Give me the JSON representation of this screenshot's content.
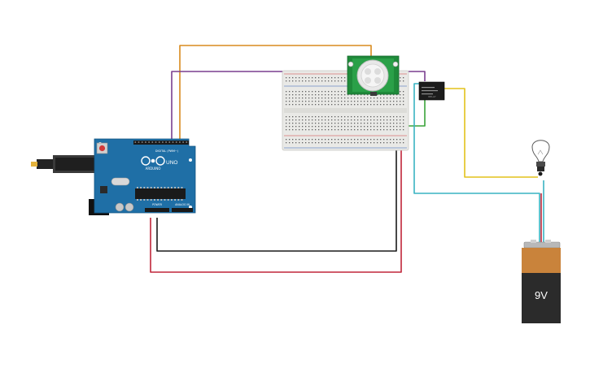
{
  "arduino": {
    "logo_text": "ARDUINO",
    "model": "UNO",
    "digital_label": "DIGITAL (PWM~)",
    "power_label": "POWER",
    "analog_label": "ANALOG IN",
    "board_color": "#1f6fa6"
  },
  "battery": {
    "voltage_label": "9V",
    "cap_color": "#c9833b",
    "body_color": "#2b2b2b"
  },
  "relay": {
    "label": "RELAY"
  },
  "wire_colors": {
    "orange": "#d88a1e",
    "purple": "#7a3f8f",
    "black": "#1a1a1a",
    "red": "#c0263a",
    "green": "#3aa33a",
    "teal": "#39b3c2",
    "yellow": "#e3c21b"
  }
}
